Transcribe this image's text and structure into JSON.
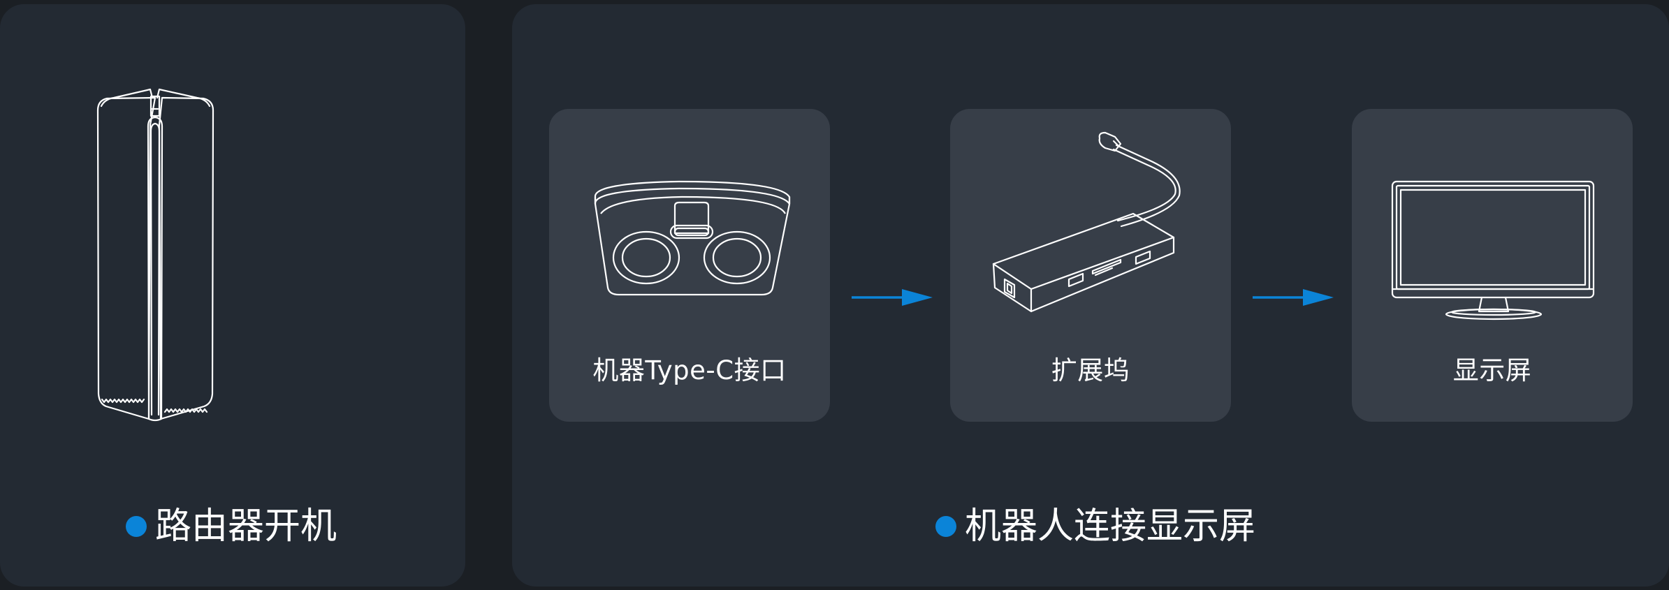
{
  "colors": {
    "background": "#1b1f24",
    "panel": "#232a33",
    "card": "#373e48",
    "accent": "#0b84d8",
    "line_art": "#ffffff"
  },
  "step_router": {
    "caption": "路由器开机",
    "icon": "router-icon"
  },
  "step_robot": {
    "caption": "机器人连接显示屏",
    "cards": [
      {
        "label": "机器Type-C接口",
        "icon": "robot-type-c-port-icon"
      },
      {
        "label": "扩展坞",
        "icon": "docking-station-icon"
      },
      {
        "label": "显示屏",
        "icon": "monitor-icon"
      }
    ],
    "arrows": [
      "arrow-right-icon",
      "arrow-right-icon"
    ]
  }
}
